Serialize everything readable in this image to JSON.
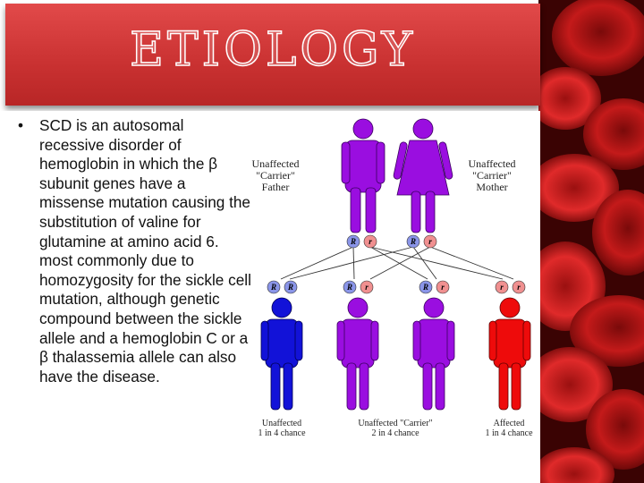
{
  "title": "Etiology",
  "bullets": [
    "SCD is an autosomal recessive disorder of hemoglobin in which the β subunit genes have a missense mutation causing the substitution of valine for glutamine at amino acid 6. most commonly due to homozygosity for the sickle cell mutation, although genetic compound between the sickle allele and a hemoglobin C or a β thalassemia allele can also have the disease."
  ],
  "diagram": {
    "parents": {
      "father_label": [
        "Unaffected",
        "\"Carrier\"",
        "Father"
      ],
      "mother_label": [
        "Unaffected",
        "\"Carrier\"",
        "Mother"
      ],
      "father_alleles": [
        "R",
        "r"
      ],
      "mother_alleles": [
        "R",
        "r"
      ]
    },
    "children": [
      {
        "alleles": [
          "R",
          "R"
        ],
        "label": [
          "Unaffected",
          "1 in 4 chance"
        ],
        "color": "#1212d8"
      },
      {
        "alleles": [
          "R",
          "r"
        ],
        "label": [
          "Unaffected \"Carrier\"",
          "2 in 4 chance"
        ],
        "color": "#9a0ee0"
      },
      {
        "alleles": [
          "R",
          "r"
        ],
        "label": [
          "",
          ""
        ],
        "color": "#9a0ee0"
      },
      {
        "alleles": [
          "r",
          "r"
        ],
        "label": [
          "Affected",
          "1 in 4 chance"
        ],
        "color": "#ee0b0b"
      }
    ],
    "colors": {
      "parent": "#9a0ee0",
      "allele_dominant": "#8a95e8",
      "allele_recessive": "#f09090",
      "title_bar": "#d23a3a"
    }
  }
}
